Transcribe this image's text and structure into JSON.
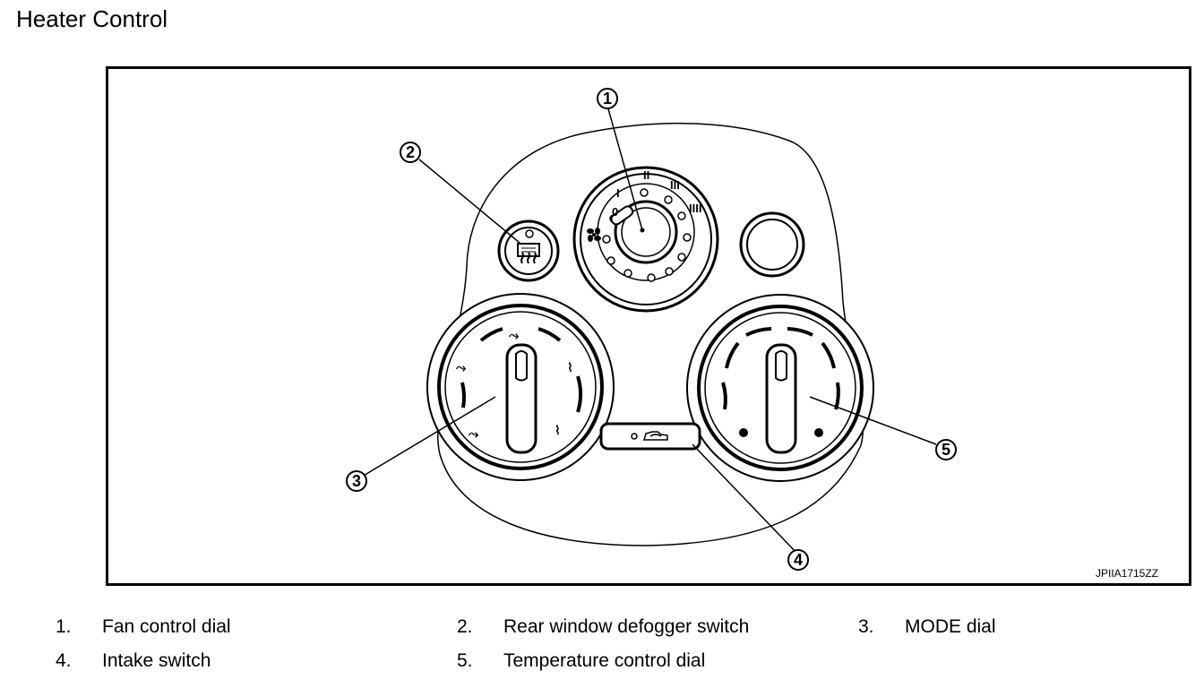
{
  "title": "Heater Control",
  "figure_code": "JPIIA1715ZZ",
  "callouts": [
    "1",
    "2",
    "3",
    "4",
    "5"
  ],
  "fan_dial_marks": [
    "0",
    "I",
    "II",
    "III",
    "IIII"
  ],
  "legend": [
    {
      "num": "1.",
      "label": "Fan control dial"
    },
    {
      "num": "2.",
      "label": "Rear window defogger switch"
    },
    {
      "num": "3.",
      "label": "MODE dial"
    },
    {
      "num": "4.",
      "label": "Intake switch"
    },
    {
      "num": "5.",
      "label": "Temperature control dial"
    }
  ]
}
